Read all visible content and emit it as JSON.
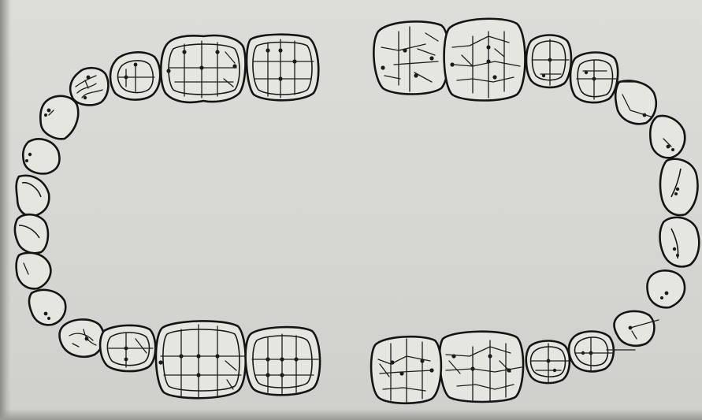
{
  "figure": {
    "kind": "occlusal dental chart",
    "arches": [
      "maxillary",
      "mandibular"
    ],
    "colors": {
      "paper": "#dcdcd8",
      "ink": "#141414",
      "tooth_fill": "#e6e6e1"
    }
  }
}
